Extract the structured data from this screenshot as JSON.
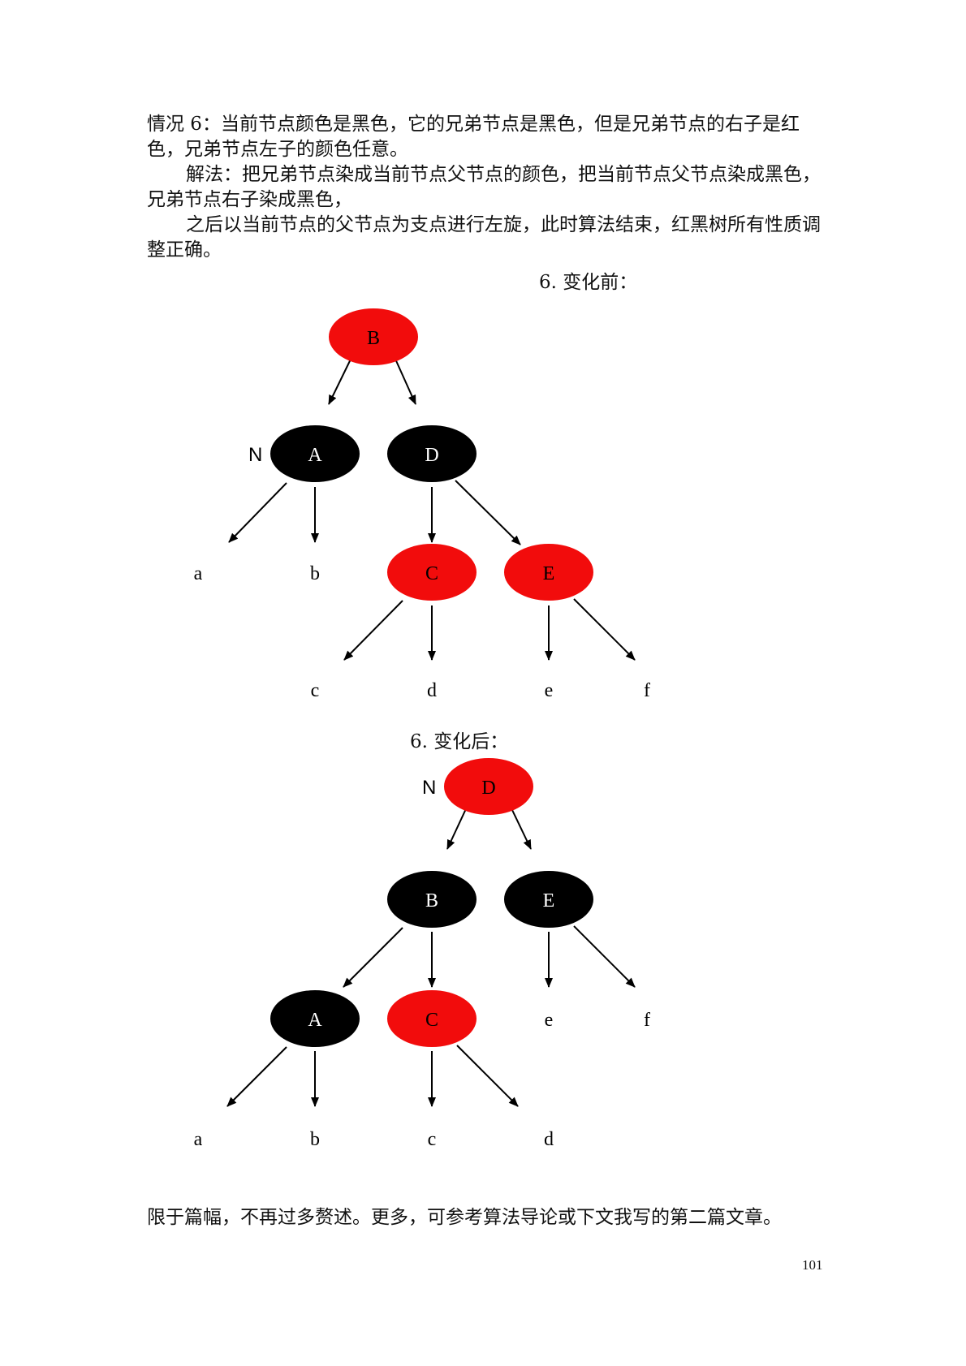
{
  "case_text": {
    "line1": "情况 6：当前节点颜色是黑色，它的兄弟节点是黑色，但是兄弟节点的右子是红色，兄弟节点左子的颜色任意。",
    "solution": "解法：把兄弟节点染成当前节点父节点的颜色，把当前节点父节点染成黑色，兄弟节点右子染成黑色，",
    "after": "之后以当前节点的父节点为支点进行左旋，此时算法结束，红黑树所有性质调整正确。"
  },
  "figure_before": {
    "caption": "6. 变化前：",
    "current_marker": "N",
    "nodes": [
      {
        "id": "B",
        "label": "B",
        "color": "red"
      },
      {
        "id": "A",
        "label": "A",
        "color": "black"
      },
      {
        "id": "D",
        "label": "D",
        "color": "black"
      },
      {
        "id": "C",
        "label": "C",
        "color": "red"
      },
      {
        "id": "E",
        "label": "E",
        "color": "red"
      }
    ],
    "leaves": [
      "a",
      "b",
      "c",
      "d",
      "e",
      "f"
    ]
  },
  "figure_after": {
    "caption": "6. 变化后：",
    "current_marker": "N",
    "nodes": [
      {
        "id": "D",
        "label": "D",
        "color": "red"
      },
      {
        "id": "B",
        "label": "B",
        "color": "black"
      },
      {
        "id": "E",
        "label": "E",
        "color": "black"
      },
      {
        "id": "A",
        "label": "A",
        "color": "black"
      },
      {
        "id": "C",
        "label": "C",
        "color": "red"
      }
    ],
    "leaves": [
      "e",
      "f",
      "a",
      "b",
      "c",
      "d"
    ]
  },
  "colors": {
    "red": "#f20c0c",
    "black": "#000000"
  },
  "closing_text": "限于篇幅，不再过多赘述。更多，可参考算法导论或下文我写的第二篇文章。",
  "page_number": "101"
}
